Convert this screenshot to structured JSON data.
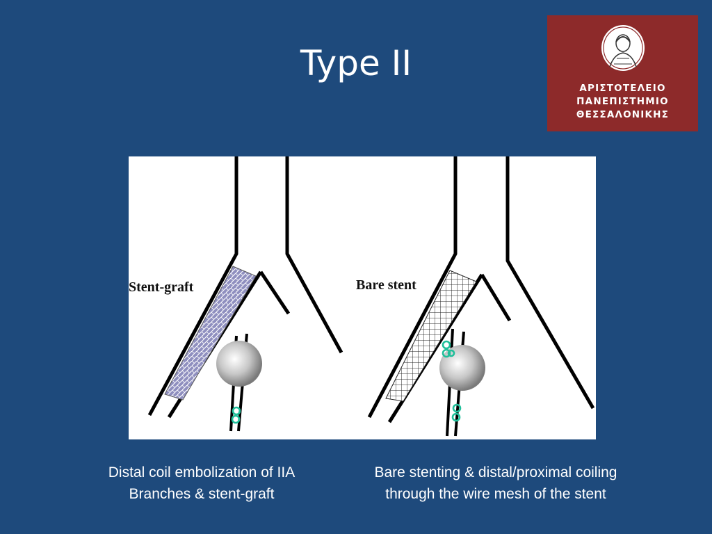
{
  "slide": {
    "title": "Type II"
  },
  "logo": {
    "lines": [
      "ΑΡΙΣΤΟΤΕΛΕΙΟ",
      "ΠΑΝΕΠΙΣΤΗΜΙΟ",
      "ΘΕΣΣΑΛΟΝΙΚΗΣ"
    ],
    "background": "#8d2a2a"
  },
  "figure": {
    "left_panel_label": "Stent-graft",
    "right_panel_label": "Bare stent",
    "coil_color": "#1fbf9a"
  },
  "captions": {
    "left": [
      "Distal coil embolization of IIA",
      "Branches & stent-graft"
    ],
    "right": [
      "Bare stenting & distal/proximal coiling",
      "through the wire mesh of the stent"
    ]
  },
  "colors": {
    "slide_background": "#1e4a7c"
  }
}
